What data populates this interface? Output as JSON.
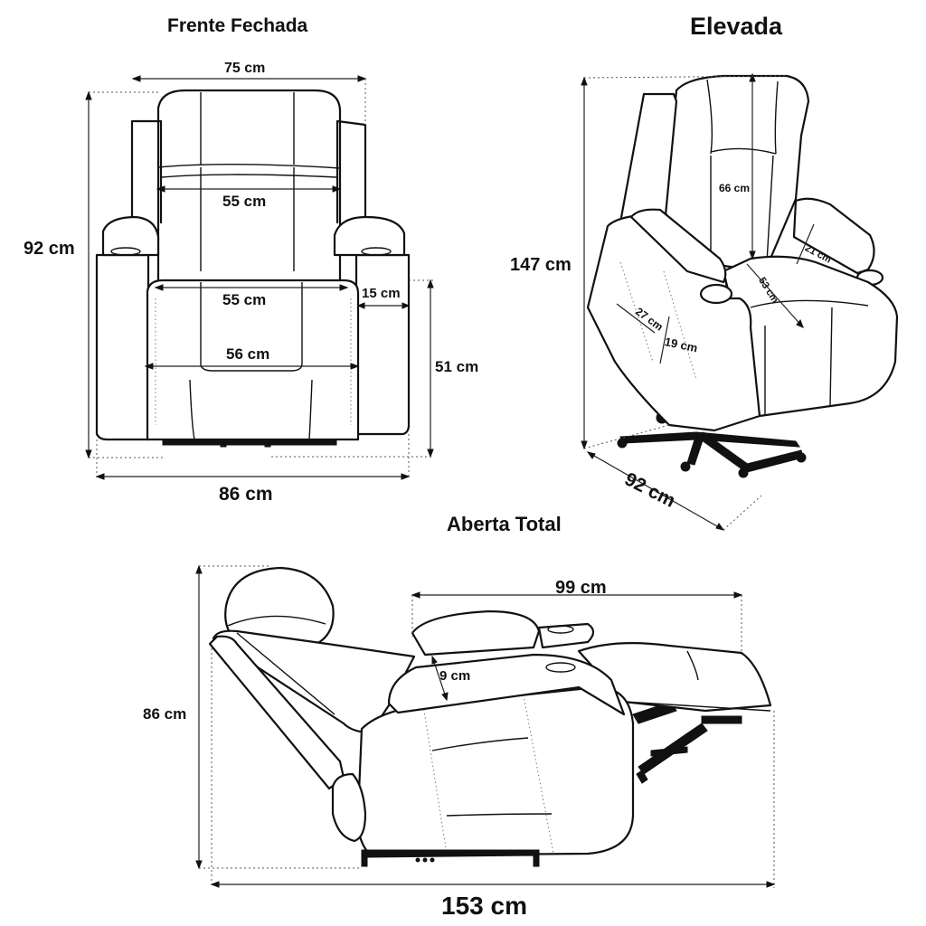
{
  "views": {
    "front": {
      "title": "Frente Fechada"
    },
    "lifted": {
      "title": "Elevada"
    },
    "open": {
      "title": "Aberta Total"
    }
  },
  "dimensions": {
    "front": {
      "width_top": "75 cm",
      "backrest_width": "55 cm",
      "seat_width": "55 cm",
      "seat_front": "56 cm",
      "arm_width": "15 cm",
      "height_total": "92 cm",
      "arm_height": "51 cm",
      "width_total": "86 cm"
    },
    "lifted": {
      "backrest_height": "66 cm",
      "arm_top": "21 cm",
      "seat_depth": "53 cm",
      "arm_side": "27 cm",
      "arm_side_height": "19 cm",
      "height_total": "147 cm",
      "depth_total": "92 cm"
    },
    "open": {
      "footrest_length": "99 cm",
      "arm_thickness": "9 cm",
      "height_total": "86 cm",
      "length_total": "153 cm"
    }
  },
  "colors": {
    "line": "#111111",
    "background": "#ffffff"
  }
}
